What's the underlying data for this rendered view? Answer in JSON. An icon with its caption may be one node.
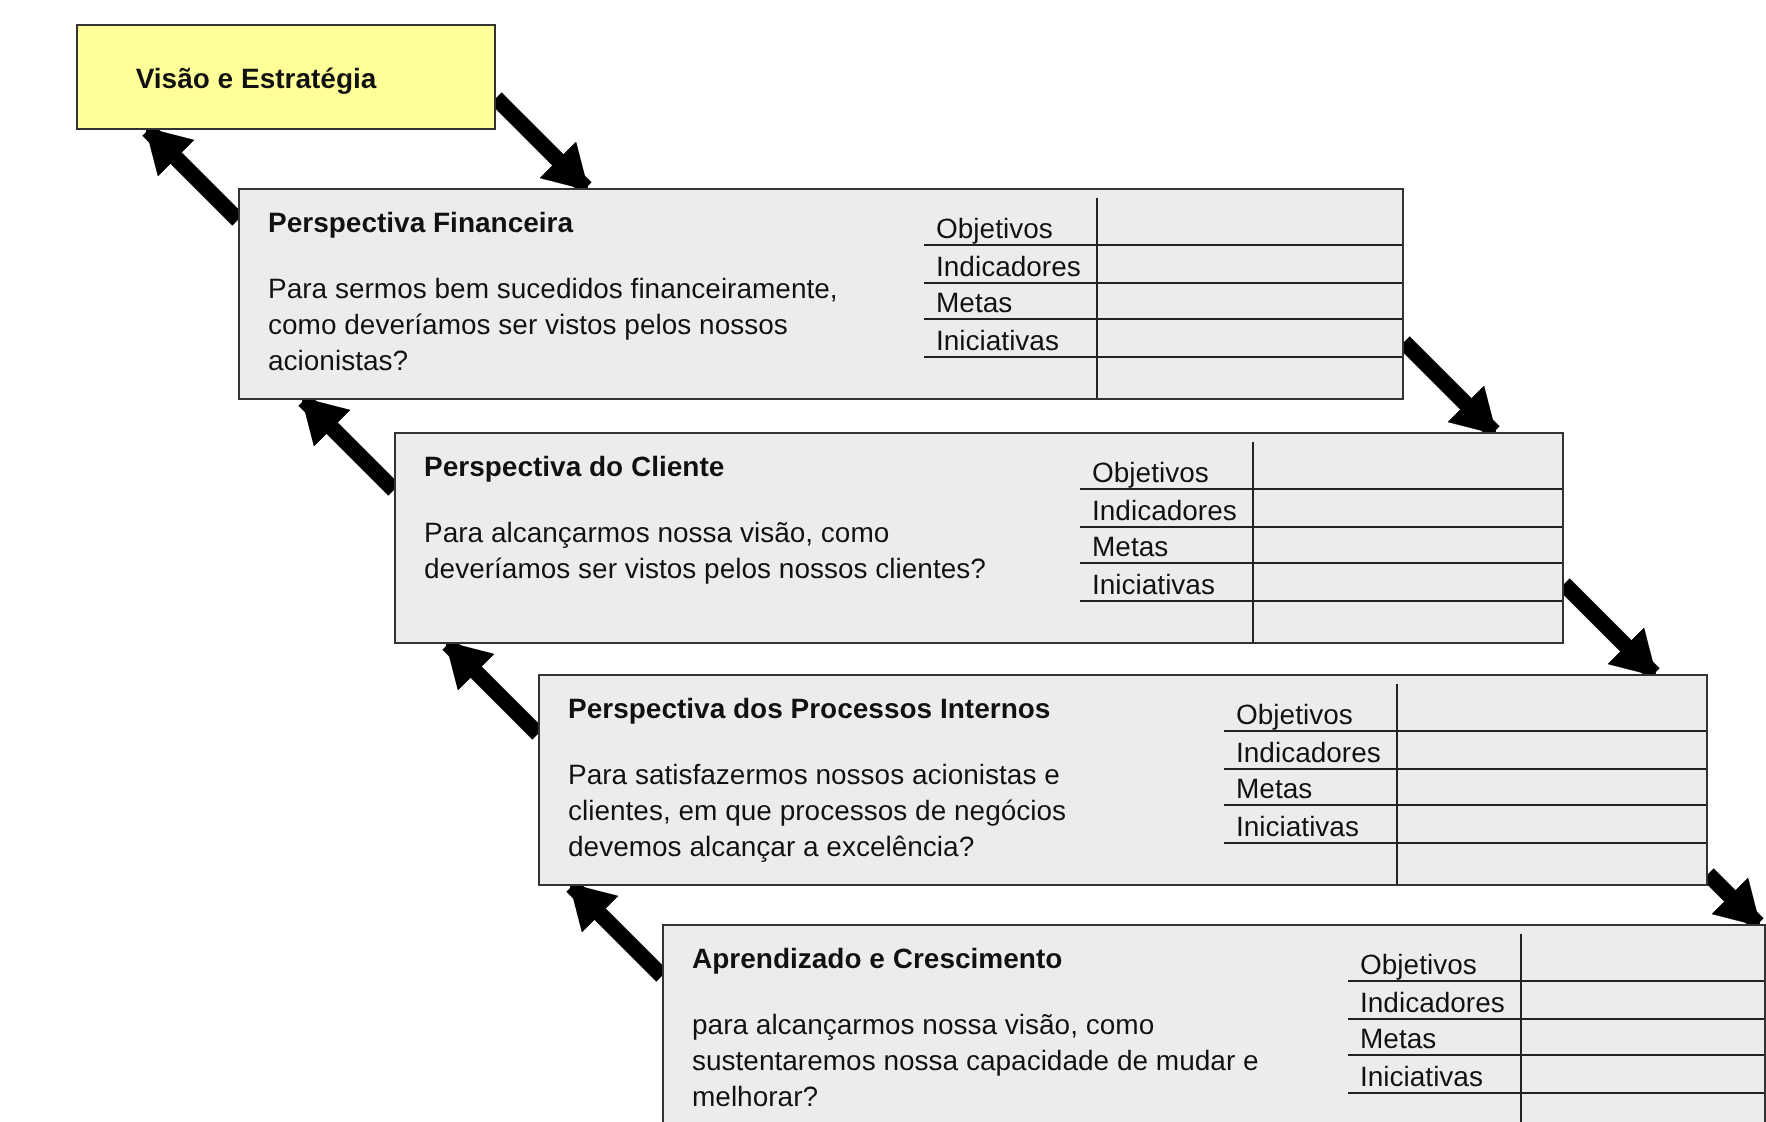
{
  "diagram": {
    "nodes": [
      {
        "text": [
          "Visão e Estratégia"
        ]
      },
      {
        "text": [
          "Perspectiva Financeira",
          "Para sermos bem sucedidos financeiramente, como deveríamos ser vistos pelos nossos acionistas?",
          "Objetivos",
          "Indicadores",
          "Metas",
          "Iniciativas"
        ]
      },
      {
        "text": [
          "Perspectiva do Cliente",
          "Para alcançarmos nossa visão, como deveríamos ser vistos pelos nossos clientes?",
          "Objetivos",
          "Indicadores",
          "Metas",
          "Iniciativas"
        ]
      },
      {
        "text": [
          "Perspectiva dos Processos Internos",
          "Para satisfazermos nossos acionistas e clientes, em que processos de negócios devemos alcançar a excelência?",
          "Objetivos",
          "Indicadores",
          "Metas",
          "Iniciativas"
        ]
      },
      {
        "text": [
          "Aprendizado e Crescimento",
          "para alcançarmos nossa visão, como sustentaremos nossa capacidade de mudar e melhorar?",
          "Objetivos",
          "Indicadores",
          "Metas",
          "Iniciativas"
        ]
      }
    ],
    "edges": [
      {
        "from": 0,
        "to": 1,
        "arrow": "to"
      },
      {
        "from": 1,
        "to": 0,
        "arrow": "to"
      },
      {
        "from": 1,
        "to": 2,
        "arrow": "to"
      },
      {
        "from": 2,
        "to": 1,
        "arrow": "to"
      },
      {
        "from": 2,
        "to": 3,
        "arrow": "to"
      },
      {
        "from": 3,
        "to": 2,
        "arrow": "to"
      },
      {
        "from": 3,
        "to": 4,
        "arrow": "to"
      },
      {
        "from": 4,
        "to": 3,
        "arrow": "to"
      }
    ]
  }
}
